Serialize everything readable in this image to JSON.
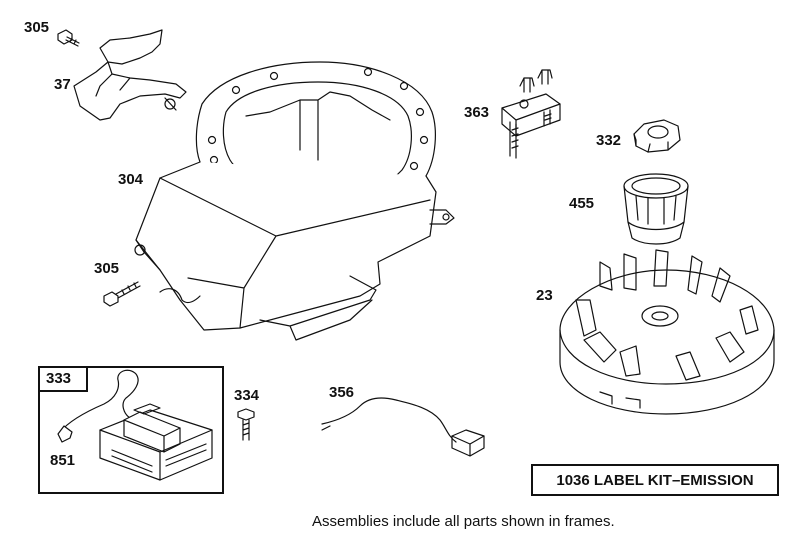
{
  "diagram": {
    "part_labels": {
      "p305a": "305",
      "p37": "37",
      "p304": "304",
      "p305b": "305",
      "p363": "363",
      "p332": "332",
      "p455": "455",
      "p23": "23",
      "p333": "333",
      "p851": "851",
      "p334": "334",
      "p356": "356"
    },
    "kit_label": "1036 LABEL KIT–EMISSION",
    "footnote": "Assemblies include all parts shown in frames."
  }
}
